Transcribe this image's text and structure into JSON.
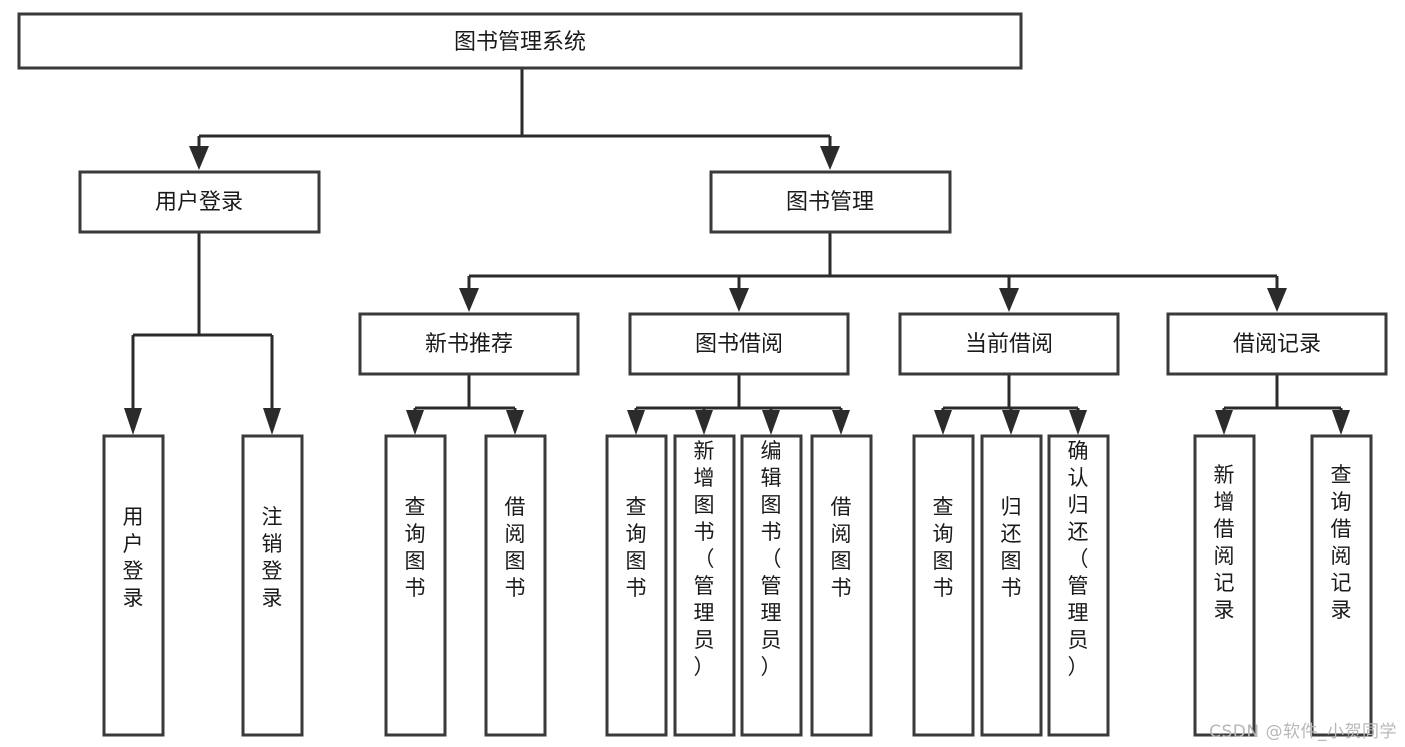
{
  "diagram": {
    "title": "图书管理系统",
    "watermark": "CSDN @软件_小贺同学",
    "type": "tree-hierarchy-diagram",
    "colors": {
      "box_fill": "#ffffff",
      "box_stroke": "#3a3a3a",
      "connector": "#2b2b2b",
      "text": "#1a1a1a",
      "watermark": "#b8b8b8",
      "background": "#ffffff"
    },
    "root": {
      "label": "图书管理系统"
    },
    "level2": [
      {
        "label": "用户登录"
      },
      {
        "label": "图书管理"
      }
    ],
    "level3": [
      {
        "label": "新书推荐"
      },
      {
        "label": "图书借阅"
      },
      {
        "label": "当前借阅"
      },
      {
        "label": "借阅记录"
      }
    ],
    "leaves": {
      "user_login": [
        {
          "label": "用户登录"
        },
        {
          "label": "注销登录"
        }
      ],
      "new_book_recommend": [
        {
          "label": "查询图书"
        },
        {
          "label": "借阅图书"
        }
      ],
      "book_borrow": [
        {
          "label": "查询图书"
        },
        {
          "label": "新增图书（管理员）"
        },
        {
          "label": "编辑图书（管理员）"
        },
        {
          "label": "借阅图书"
        }
      ],
      "current_borrow": [
        {
          "label": "查询图书"
        },
        {
          "label": "归还图书"
        },
        {
          "label": "确认归还（管理员）"
        }
      ],
      "borrow_record": [
        {
          "label": "新增借阅记录"
        },
        {
          "label": "查询借阅记录"
        }
      ]
    }
  }
}
